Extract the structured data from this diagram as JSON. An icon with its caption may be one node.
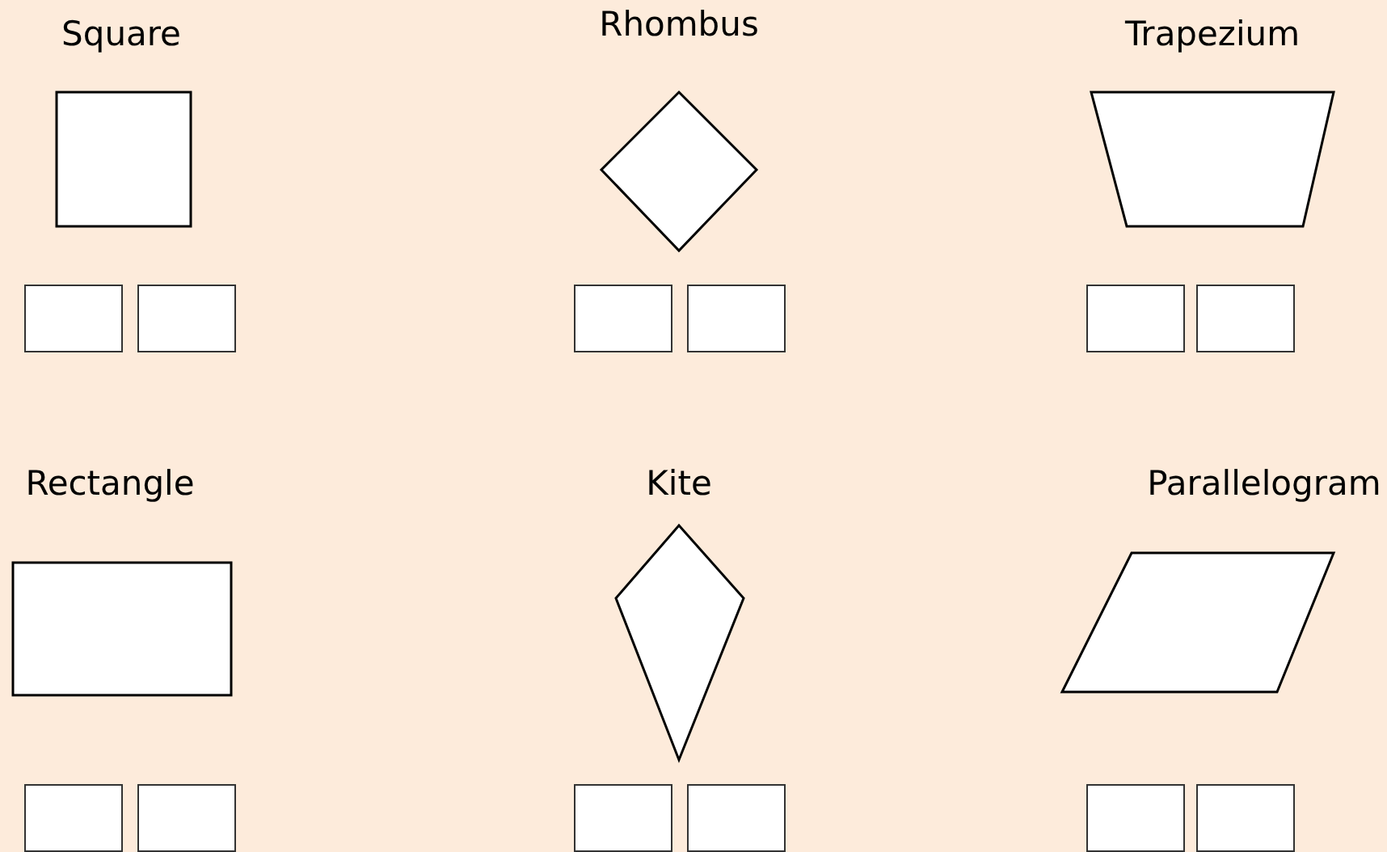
{
  "diagram": {
    "nodes": [
      {
        "text": [
          "Square"
        ]
      },
      {
        "text": [
          "Rhombus"
        ]
      },
      {
        "text": [
          "Trapezium"
        ]
      },
      {
        "text": [],
        "shape": "box"
      },
      {
        "text": [],
        "shape": "box"
      },
      {
        "text": [],
        "shape": "box"
      },
      {
        "text": [],
        "shape": "box"
      },
      {
        "text": [],
        "shape": "box"
      },
      {
        "text": [],
        "shape": "box"
      },
      {
        "text": [
          "Rectangle"
        ]
      },
      {
        "text": [
          "Kite"
        ]
      },
      {
        "text": [
          "Parallelogram"
        ]
      },
      {
        "text": [],
        "shape": "box"
      },
      {
        "text": [],
        "shape": "box"
      },
      {
        "text": [],
        "shape": "box"
      },
      {
        "text": [],
        "shape": "box"
      },
      {
        "text": [],
        "shape": "box"
      },
      {
        "text": [],
        "shape": "box"
      }
    ]
  }
}
